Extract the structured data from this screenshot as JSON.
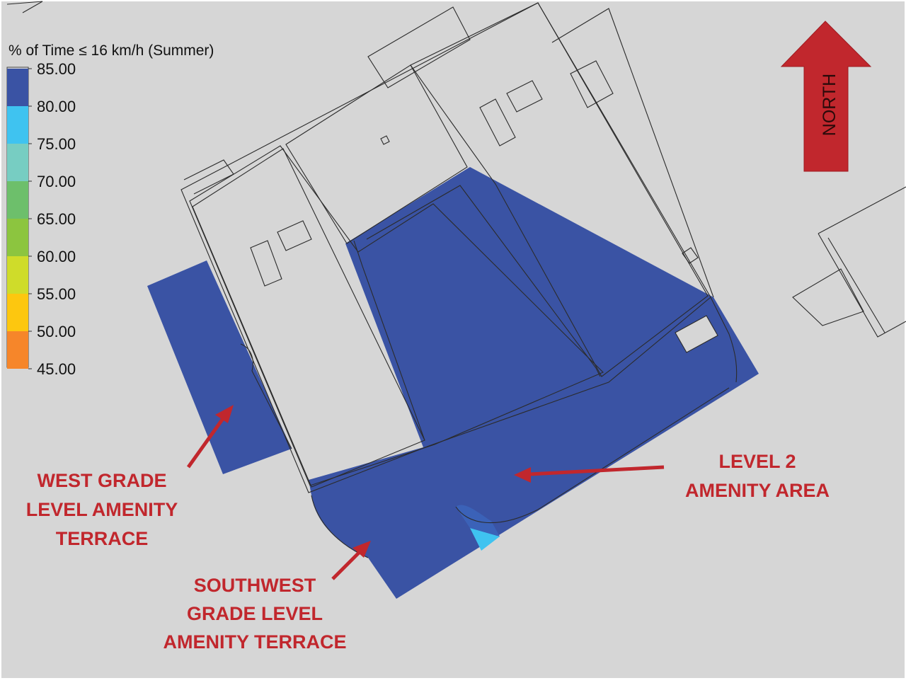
{
  "legend": {
    "title": "% of Time ≤ 16 km/h (Summer)",
    "stops": [
      {
        "label": "85.00",
        "color": "#3a53a4"
      },
      {
        "label": "80.00",
        "color": "#3fc3f0"
      },
      {
        "label": "75.00",
        "color": "#77cdc2"
      },
      {
        "label": "70.00",
        "color": "#6dbf6b"
      },
      {
        "label": "65.00",
        "color": "#8cc53f"
      },
      {
        "label": "60.00",
        "color": "#cfdc2a"
      },
      {
        "label": "55.00",
        "color": "#fdc70f"
      },
      {
        "label": "50.00",
        "color": "#f6862a"
      },
      {
        "label": "45.00",
        "color": "#f15a29"
      }
    ]
  },
  "compass": {
    "label": "NORTH",
    "color": "#c1272d"
  },
  "annotations": [
    {
      "id": "west",
      "lines": [
        "WEST GRADE",
        "LEVEL AMENITY",
        "TERRACE"
      ]
    },
    {
      "id": "southwest",
      "lines": [
        "SOUTHWEST",
        "GRADE LEVEL",
        "AMENITY TERRACE"
      ]
    },
    {
      "id": "level2",
      "lines": [
        "LEVEL 2",
        "AMENITY AREA"
      ]
    }
  ],
  "colors": {
    "background": "#d6d6d6",
    "annotation": "#c1272d",
    "zone_high": "#3a53a4",
    "zone_mid": "#3fc3f0",
    "outline": "#2b2b2b"
  }
}
